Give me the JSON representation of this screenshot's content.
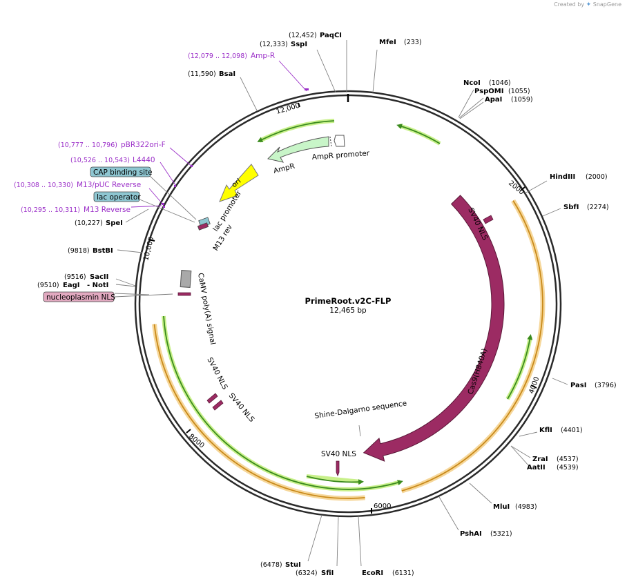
{
  "brand": {
    "created_by": "Created by",
    "product": "SnapGene"
  },
  "plasmid": {
    "name": "PrimeRoot.v2C-FLP",
    "length": "12,465 bp"
  },
  "ticks": [
    "12,000",
    "2000",
    "4000",
    "6000",
    "8000",
    "10,000"
  ],
  "sites": [
    {
      "id": "paqci",
      "name": "PaqCI",
      "pos": "(12,452)"
    },
    {
      "id": "mfei",
      "name": "MfeI",
      "pos": "(233)"
    },
    {
      "id": "sspi",
      "name": "SspI",
      "pos": "(12,333)"
    },
    {
      "id": "bsai",
      "name": "BsaI",
      "pos": "(11,590)"
    },
    {
      "id": "ncoi",
      "name": "NcoI",
      "pos": "(1046)"
    },
    {
      "id": "pspomi",
      "name": "PspOMI",
      "pos": "(1055)"
    },
    {
      "id": "apai",
      "name": "ApaI",
      "pos": "(1059)"
    },
    {
      "id": "hindiii",
      "name": "HindIII",
      "pos": "(2000)"
    },
    {
      "id": "sbfi",
      "name": "SbfI",
      "pos": "(2274)"
    },
    {
      "id": "pasi",
      "name": "PasI",
      "pos": "(3796)"
    },
    {
      "id": "kfli",
      "name": "KflI",
      "pos": "(4401)"
    },
    {
      "id": "zrai",
      "name": "ZraI",
      "pos": "(4537)"
    },
    {
      "id": "aatii",
      "name": "AatII",
      "pos": "(4539)"
    },
    {
      "id": "mlui",
      "name": "MluI",
      "pos": "(4983)"
    },
    {
      "id": "pshai",
      "name": "PshAI",
      "pos": "(5321)"
    },
    {
      "id": "ecori",
      "name": "EcoRI",
      "pos": "(6131)"
    },
    {
      "id": "sfii",
      "name": "SfiI",
      "pos": "(6324)"
    },
    {
      "id": "stui",
      "name": "StuI",
      "pos": "(6478)"
    },
    {
      "id": "spei",
      "name": "SpeI",
      "pos": "(10,227)"
    },
    {
      "id": "bstbi",
      "name": "BstBI",
      "pos": "(9818)"
    },
    {
      "id": "sacii",
      "name": "SacII",
      "pos": "(9516)"
    },
    {
      "id": "eagi",
      "name": "EagI",
      "pos": "(9510)"
    },
    {
      "id": "noti",
      "name": "- NotI",
      "pos": ""
    }
  ],
  "primers": [
    {
      "id": "amp-r",
      "name": "Amp-R",
      "pos": "(12,079 .. 12,098)"
    },
    {
      "id": "pbr322ori-f",
      "name": "pBR322ori-F",
      "pos": "(10,777 .. 10,796)"
    },
    {
      "id": "l4440",
      "name": "L4440",
      "pos": "(10,526 .. 10,543)"
    },
    {
      "id": "m13-puc-reverse",
      "name": "M13/pUC Reverse",
      "pos": "(10,308 .. 10,330)"
    },
    {
      "id": "m13-reverse",
      "name": "M13 Reverse",
      "pos": "(10,295 .. 10,311)"
    }
  ],
  "boxed_features": [
    {
      "id": "cap-binding-site",
      "name": "CAP binding site",
      "color": "#8ec6d1"
    },
    {
      "id": "lac-operator",
      "name": "lac operator",
      "color": "#8ec6d1"
    },
    {
      "id": "nucleoplasmin-nls",
      "name": "nucleoplasmin NLS",
      "color": "#e2a9c0"
    }
  ],
  "features": {
    "ampr": "AmpR",
    "ampr_promoter": "AmpR promoter",
    "ori": "ori",
    "lac_promoter": "lac promoter",
    "m13_rev": "M13 rev",
    "camv": "CaMV poly(A) signal",
    "sv40_nls_a": "SV40 NLS",
    "sv40_nls_b": "SV40 NLS",
    "sv40_nls_c": "SV40 NLS",
    "sv40_nls_d": "SV40 NLS",
    "cas9": "Cas9(H840A)",
    "shine_dalgarno": "Shine-Dalgarno sequence"
  },
  "colors": {
    "backbone": "#2a2a2a",
    "cas9": "#9c2b63",
    "nls": "#9c2b63",
    "ampr": "#c8f5c8",
    "ori": "#ffff00",
    "orf_green": "#3a8a1e",
    "orf_glow": "#c8f08a",
    "orf_orange": "#c98a1a",
    "orf_orange_glow": "#f6d79a",
    "primer": "#9b2fc8",
    "cap": "#8ec6d1",
    "nucleoplasmin": "#e2a9c0"
  }
}
